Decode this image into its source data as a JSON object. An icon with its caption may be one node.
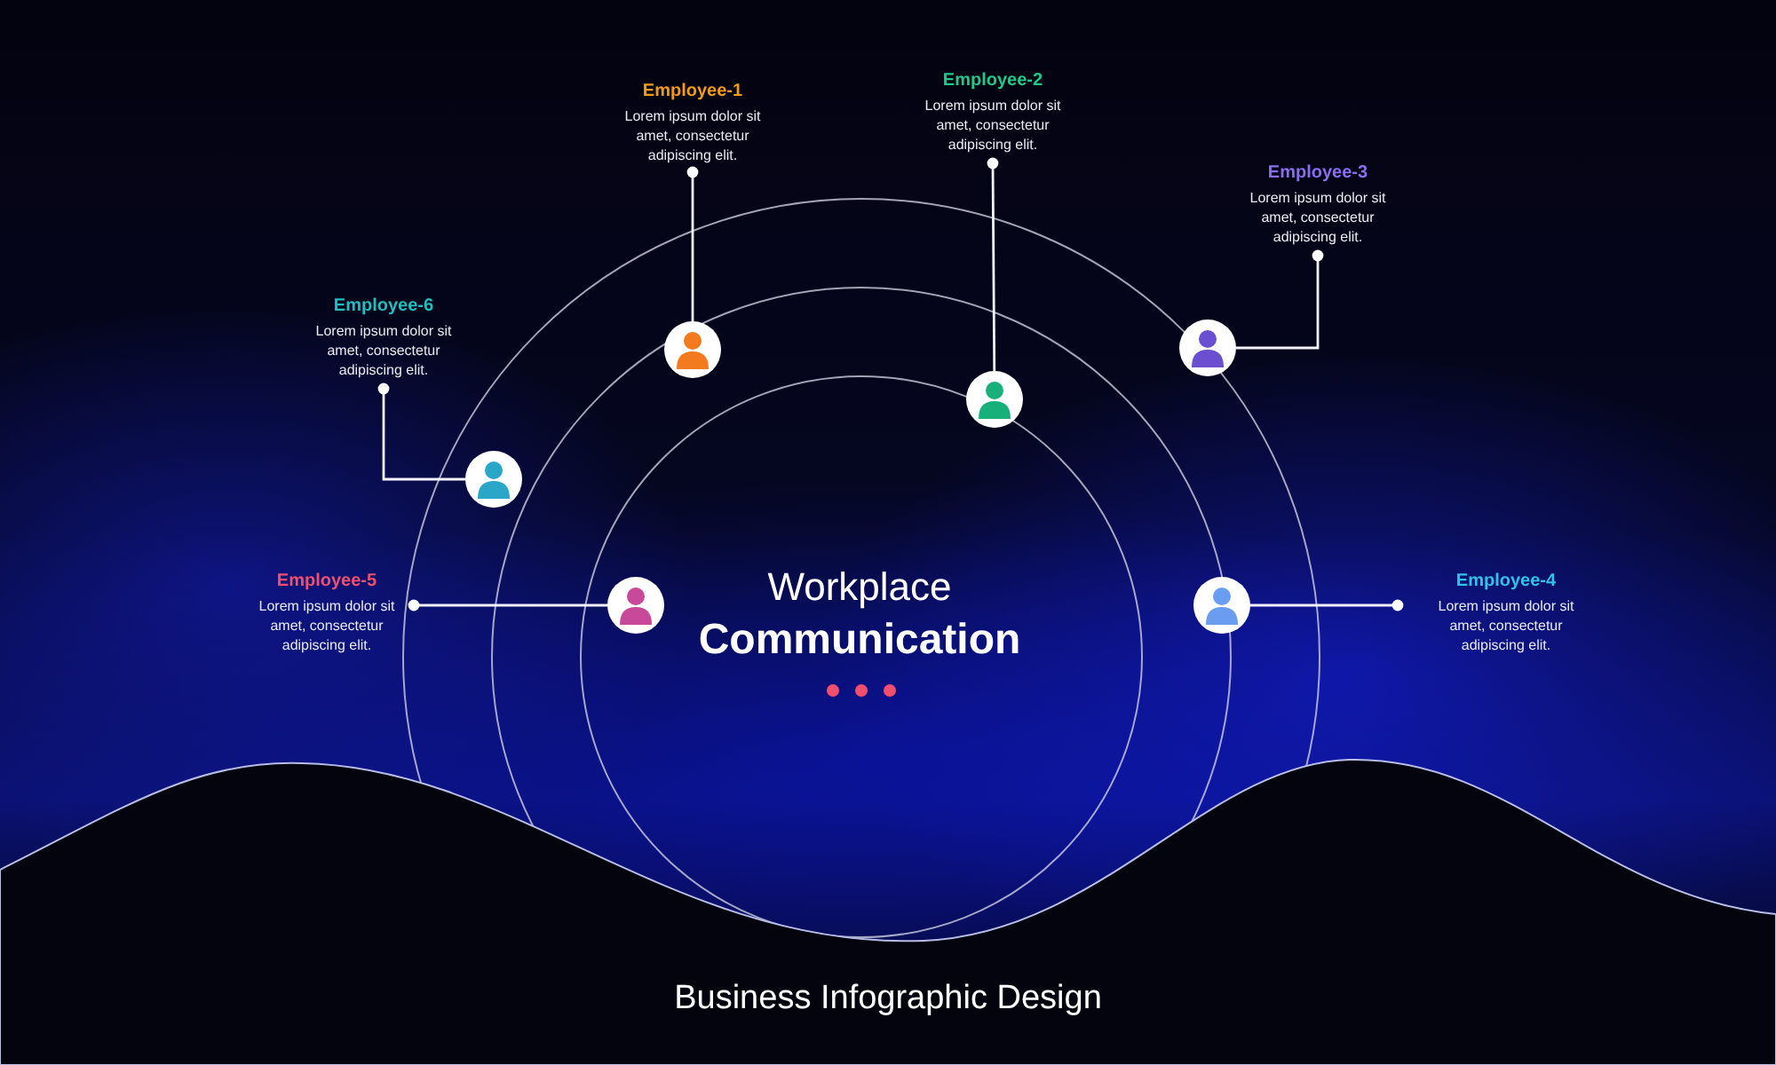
{
  "diagram": {
    "title": "Workplace **Communication**",
    "caption": "Business Infographic Design",
    "nodes": [
      {
        "text": [
          "Employee-1",
          "Lorem ipsum dolor sit amet, consectetur adipiscing elit."
        ]
      },
      {
        "text": [],
        "shape": "person"
      },
      {
        "text": [
          "Employee-2",
          "Lorem ipsum dolor sit amet, consectetur adipiscing elit."
        ]
      },
      {
        "text": [],
        "shape": "person"
      },
      {
        "text": [
          "Employee-3",
          "Lorem ipsum dolor sit amet, consectetur adipiscing elit."
        ]
      },
      {
        "text": [],
        "shape": "person"
      },
      {
        "text": [
          "Employee-6",
          "Lorem ipsum dolor sit amet, consectetur adipiscing elit."
        ]
      },
      {
        "text": [],
        "shape": "person"
      },
      {
        "text": [
          "Employee-5",
          "Lorem ipsum dolor sit amet, consectetur adipiscing elit."
        ]
      },
      {
        "text": [],
        "shape": "person"
      },
      {
        "text": [],
        "shape": "person"
      },
      {
        "text": [
          "Employee-4",
          "Lorem ipsum dolor sit amet, consectetur adipiscing elit."
        ]
      }
    ],
    "edges": [
      {
        "from": 0,
        "to": 1,
        "arrow": "other"
      },
      {
        "from": 2,
        "to": 3,
        "arrow": "other"
      },
      {
        "from": 4,
        "to": 5,
        "arrow": "other"
      },
      {
        "from": 6,
        "to": 7,
        "arrow": "other"
      },
      {
        "from": 8,
        "to": 9,
        "arrow": "other"
      },
      {
        "from": 11,
        "to": 10,
        "arrow": "other"
      }
    ]
  }
}
